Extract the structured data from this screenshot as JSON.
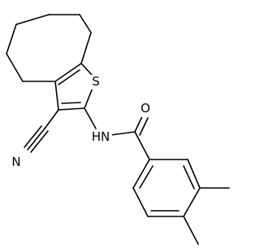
{
  "molecule": {
    "atoms": {
      "sulfur": "S",
      "oxygen": "O",
      "amide_nh": "HN",
      "nitrile_n": "N"
    }
  },
  "colors": {
    "bond": "#000000",
    "background": "#ffffff"
  }
}
